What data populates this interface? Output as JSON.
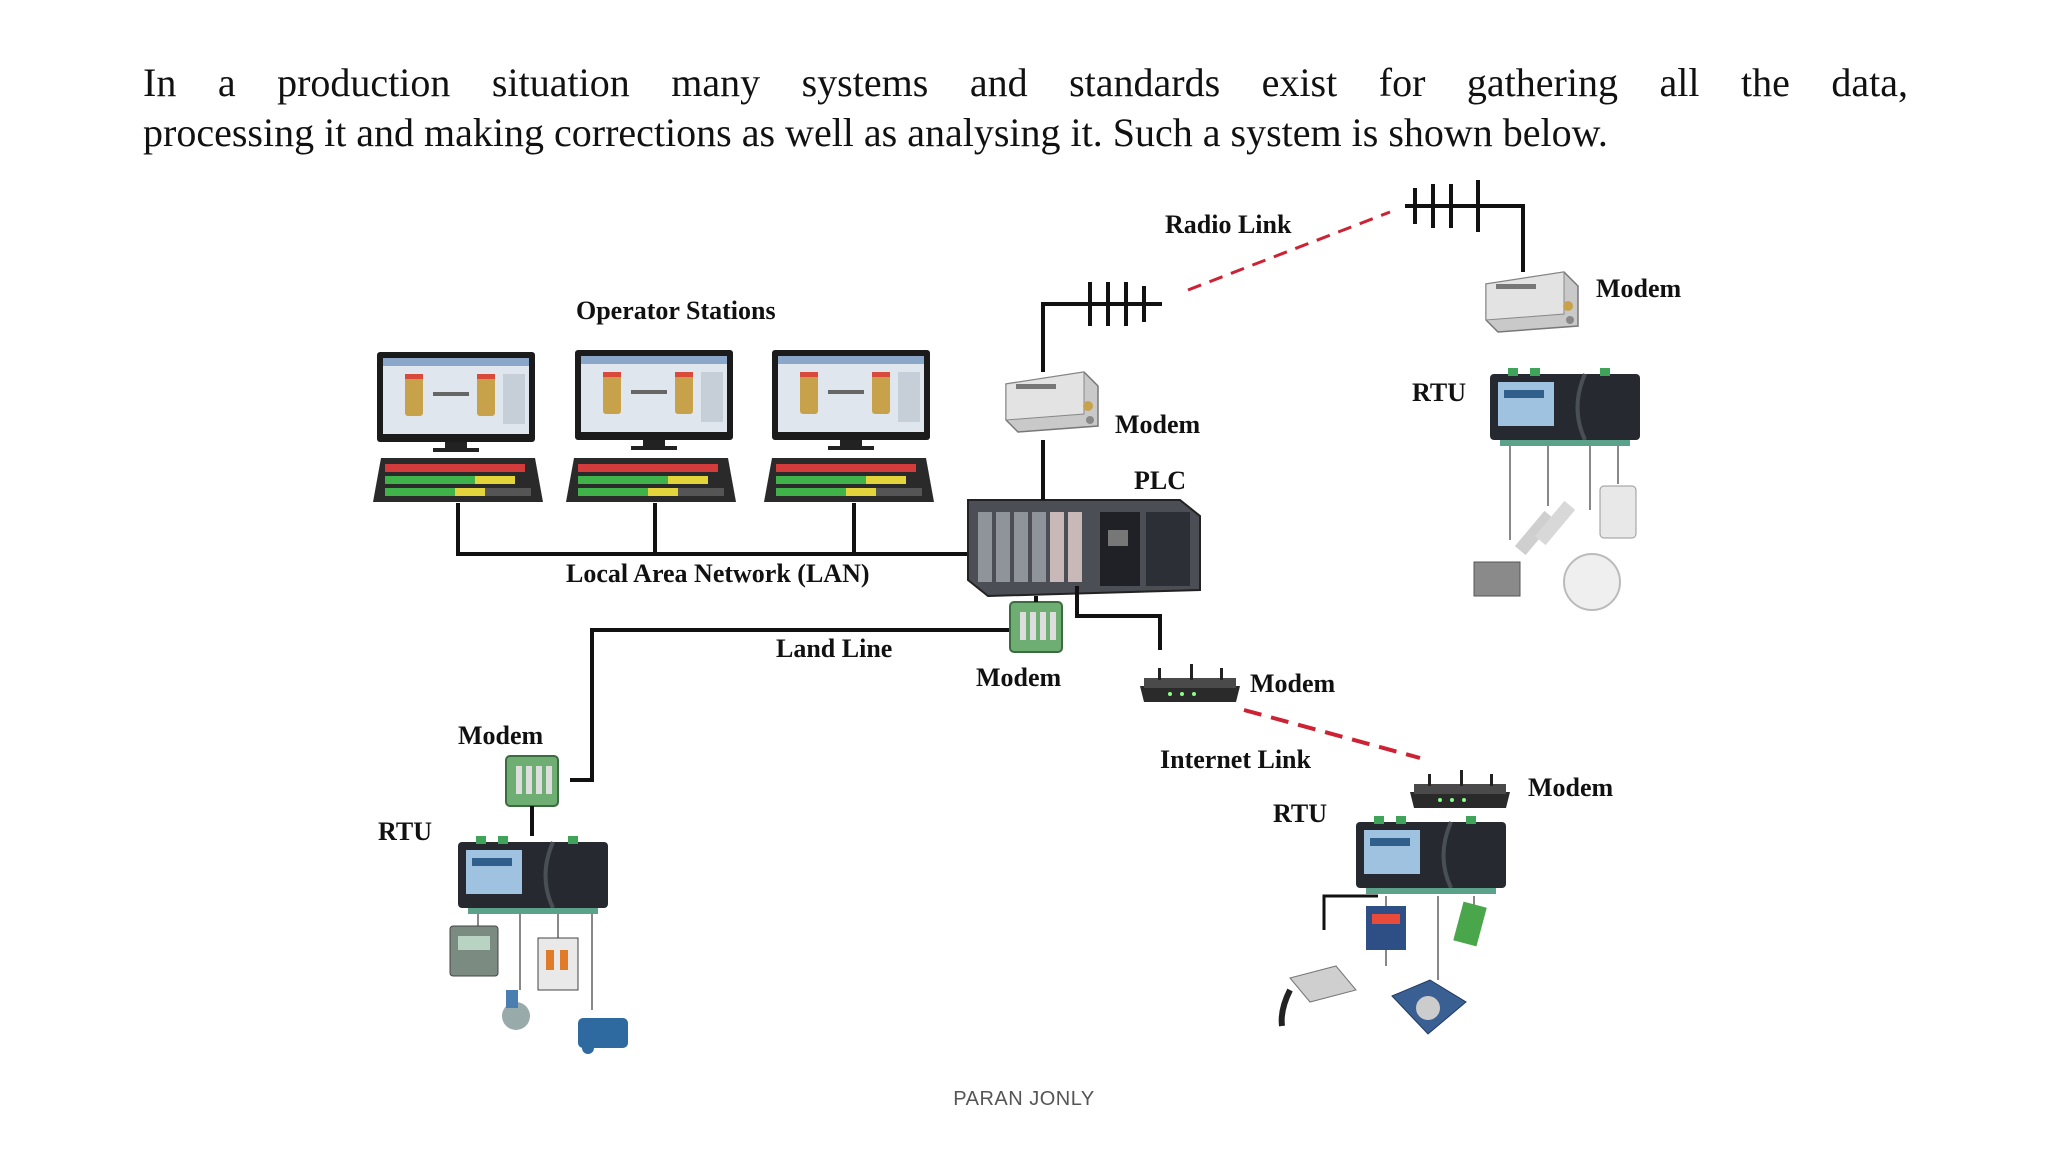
{
  "intro": {
    "line1": "In a production situation many systems and standards exist for gathering all the data,",
    "line2": "processing it and making corrections as well as analysing it. Such a system is shown below."
  },
  "labels": {
    "operator_stations": "Operator Stations",
    "lan": "Local Area Network (LAN)",
    "radio_link": "Radio Link",
    "modem_top_right": "Modem",
    "rtu_top_right": "RTU",
    "modem_plc": "Modem",
    "plc": "PLC",
    "land_line": "Land Line",
    "modem_landline_center": "Modem",
    "modem_router_center": "Modem",
    "internet_link": "Internet Link",
    "modem_bottom_left": "Modem",
    "rtu_bottom_left": "RTU",
    "rtu_bottom_right": "RTU",
    "modem_bottom_right": "Modem"
  },
  "colors": {
    "line": "#111111",
    "link_dashed": "#cc2233",
    "screen_bg": "#dfe6ee",
    "keyboard": "#2a2a2a"
  },
  "footer": "PARAN JONLY"
}
